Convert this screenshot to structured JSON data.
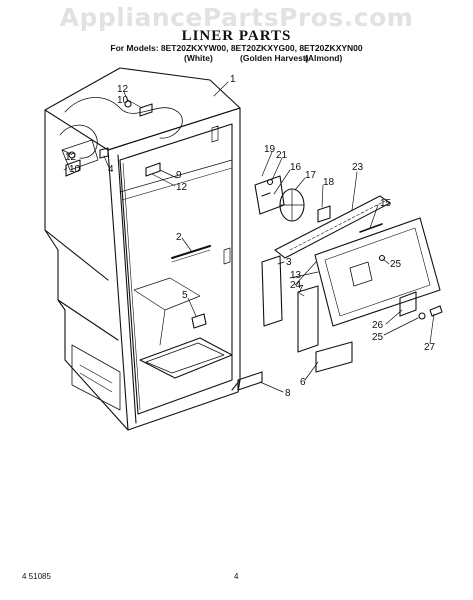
{
  "watermark": "AppliancePartsPros.com",
  "title": "LINER PARTS",
  "models_line": "For Models: 8ET20ZKXYW00, 8ET20ZKXYG00, 8ET20ZKXYN00",
  "variants": [
    "(White)",
    "(Golden Harvest)",
    "(Almond)"
  ],
  "callouts": [
    "1",
    "12",
    "10",
    "12",
    "10",
    "4",
    "9",
    "12",
    "2",
    "5",
    "19",
    "21",
    "16",
    "17",
    "18",
    "23",
    "15",
    "3",
    "13",
    "24",
    "25",
    "7",
    "26",
    "25",
    "27",
    "6",
    "8"
  ],
  "footer": {
    "code": "4   51085",
    "page": "4"
  }
}
